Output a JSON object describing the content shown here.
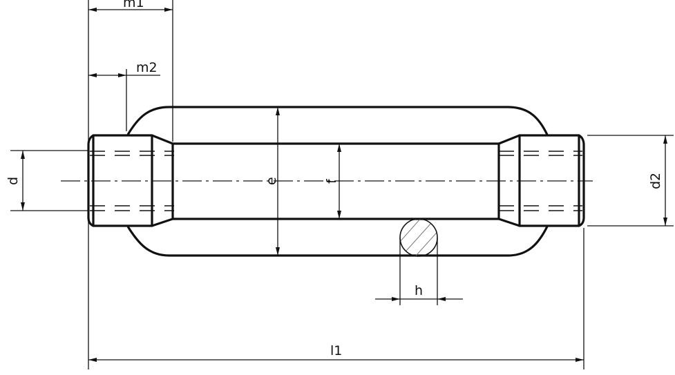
{
  "drawing": {
    "title": "Turnbuckle body dimensions",
    "labels": {
      "m1": "m1",
      "m2": "m2",
      "d": "d",
      "d2": "d2",
      "e": "e",
      "f": "f",
      "h": "h",
      "l1": "l1"
    },
    "colors": {
      "line": "#111111",
      "hatch": "#777777",
      "background": "#ffffff"
    }
  }
}
